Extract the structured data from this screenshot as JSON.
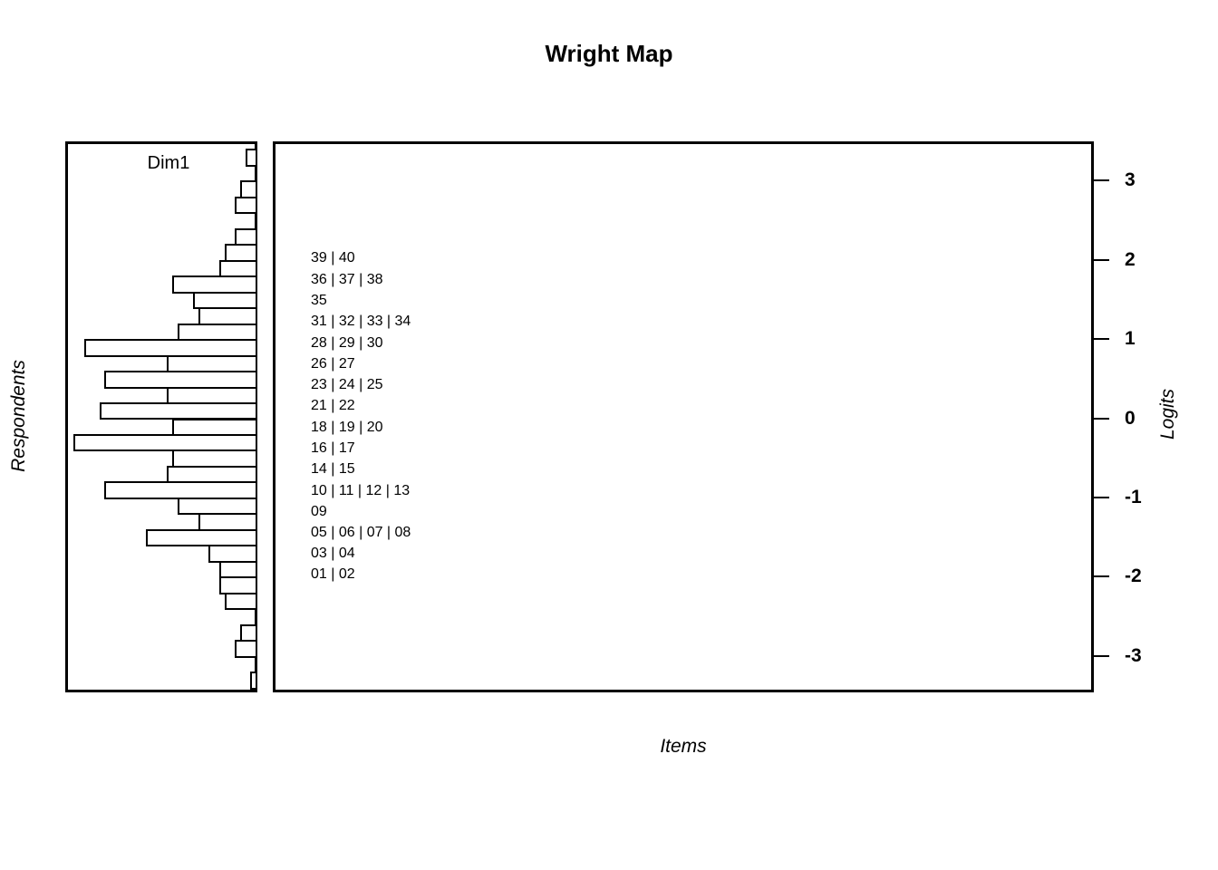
{
  "title": "Wright Map",
  "panels": {
    "dim_label": "Dim1",
    "respondents_axis_label": "Respondents",
    "items_axis_label": "Items",
    "logits_axis_label": "Logits"
  },
  "chart_data": {
    "type": "bar",
    "subtype": "wright-map-person-item-map",
    "title": "Wright Map",
    "ylabel_left": "Respondents",
    "ylabel_right": "Logits",
    "xlabel": "Items",
    "legend": "none",
    "grid": false,
    "person_histogram": {
      "dimension": "Dim1",
      "orientation": "horizontal-bars-growing-left",
      "bin_top_logit": 3.4,
      "bin_width_logits": 0.2,
      "counts": [
        2,
        0,
        3,
        4,
        0,
        4,
        6,
        7,
        16,
        12,
        11,
        15,
        33,
        17,
        29,
        17,
        30,
        16,
        35,
        16,
        17,
        29,
        15,
        11,
        21,
        9,
        7,
        7,
        6,
        0,
        3,
        4,
        0,
        1
      ],
      "max_count": 35
    },
    "item_rows": [
      {
        "label": "39 | 40",
        "logit": 2.02
      },
      {
        "label": "36 | 37 | 38",
        "logit": 1.75
      },
      {
        "label": "35",
        "logit": 1.49
      },
      {
        "label": "31 | 32 | 33 | 34",
        "logit": 1.22
      },
      {
        "label": "28 | 29 | 30",
        "logit": 0.95
      },
      {
        "label": "26 | 27",
        "logit": 0.69
      },
      {
        "label": "23 | 24 | 25",
        "logit": 0.42
      },
      {
        "label": "21 | 22",
        "logit": 0.16
      },
      {
        "label": "18 | 19 | 20",
        "logit": -0.11
      },
      {
        "label": "16 | 17",
        "logit": -0.38
      },
      {
        "label": "14 | 15",
        "logit": -0.64
      },
      {
        "label": "10 | 11 | 12 | 13",
        "logit": -0.91
      },
      {
        "label": "09",
        "logit": -1.18
      },
      {
        "label": "05 | 06 | 07 | 08",
        "logit": -1.44
      },
      {
        "label": "03 | 04",
        "logit": -1.71
      },
      {
        "label": "01 | 02",
        "logit": -1.97
      }
    ],
    "logit_axis": {
      "side": "right",
      "ticks": [
        3,
        2,
        1,
        0,
        -1,
        -2,
        -3
      ],
      "range": [
        -3.45,
        3.5
      ]
    },
    "colors": {
      "foreground": "#000000",
      "background": "#ffffff"
    }
  }
}
